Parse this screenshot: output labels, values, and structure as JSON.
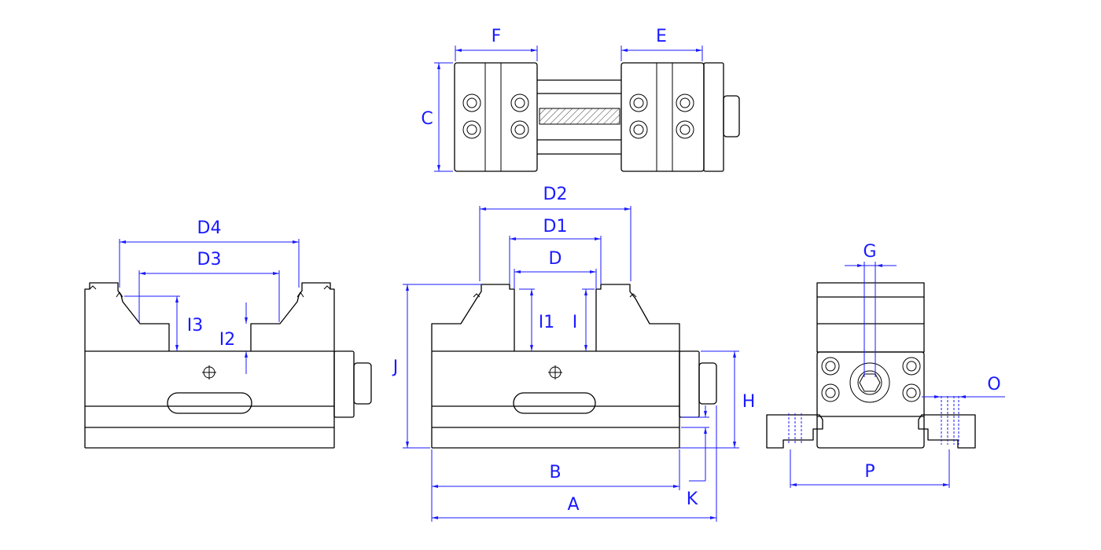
{
  "labels": {
    "A": "A",
    "B": "B",
    "C": "C",
    "D": "D",
    "D1": "D1",
    "D2": "D2",
    "D3": "D3",
    "D4": "D4",
    "E": "E",
    "F": "F",
    "G": "G",
    "H": "H",
    "I": "I",
    "I1": "I1",
    "I2": "I2",
    "I3": "I3",
    "J": "J",
    "K": "K",
    "O": "O",
    "P": "P"
  },
  "colors": {
    "outline": "#000000",
    "dimension": "#1a1aff",
    "background": "#ffffff"
  }
}
